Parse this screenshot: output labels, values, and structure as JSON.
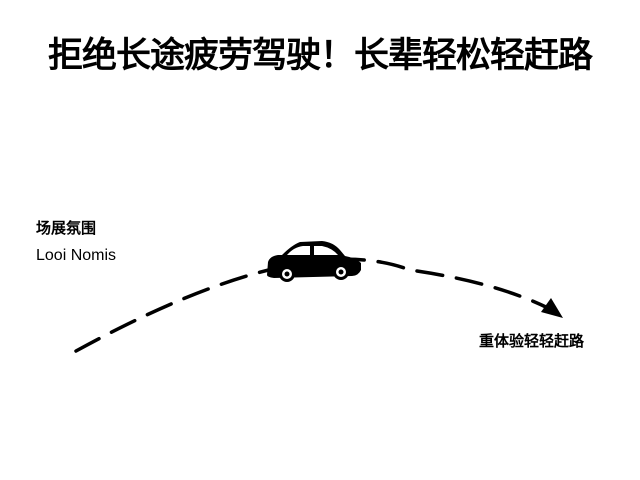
{
  "headline": "拒绝长途疲劳驾驶！长辈轻松轻赶路",
  "left_label": {
    "zh": "场展氛围",
    "en": "Looi Nomis"
  },
  "right_label": "重体验轻轻赶路",
  "icons": {
    "vehicle": "car-icon",
    "direction": "arrowhead-icon"
  },
  "colors": {
    "ink": "#000000",
    "background": "#ffffff"
  }
}
